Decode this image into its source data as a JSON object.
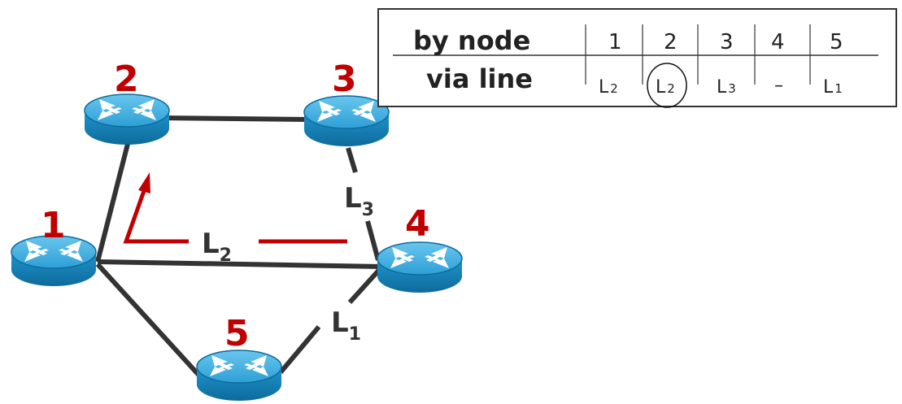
{
  "nodes": [
    {
      "label": "1"
    },
    {
      "label": "2"
    },
    {
      "label": "3"
    },
    {
      "label": "4"
    },
    {
      "label": "5"
    }
  ],
  "links": [
    {
      "letter": "L",
      "sub": "1"
    },
    {
      "letter": "L",
      "sub": "2"
    },
    {
      "letter": "L",
      "sub": "3"
    }
  ],
  "table": {
    "row1_label": "by node",
    "row2_label": "via line",
    "headers": [
      "1",
      "2",
      "3",
      "4",
      "5"
    ],
    "via": [
      {
        "letter": "L",
        "sub": "2"
      },
      {
        "letter": "L",
        "sub": "2"
      },
      {
        "letter": "L",
        "sub": "3"
      },
      {
        "letter": "–",
        "sub": ""
      },
      {
        "letter": "L",
        "sub": "1"
      }
    ],
    "circled_column": 2
  },
  "colors": {
    "router_body": "#1b8fc7",
    "router_top": "#4db8e8",
    "link": "#333333",
    "route_arrow": "#c00000",
    "node_label": "#c00000"
  },
  "icons": [
    "router-icon"
  ]
}
